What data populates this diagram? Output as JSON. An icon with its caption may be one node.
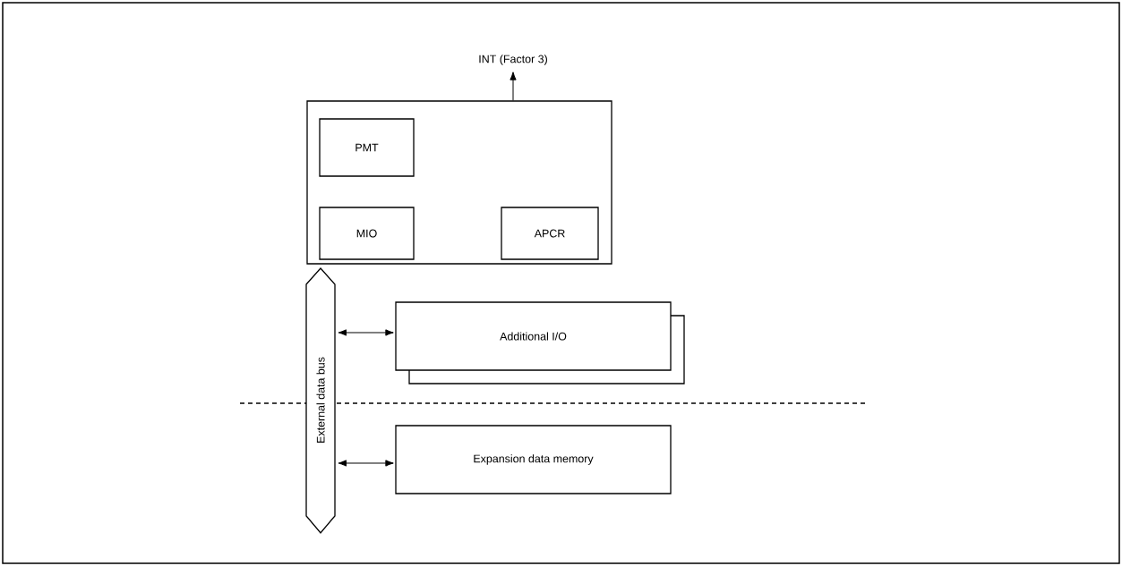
{
  "diagram": {
    "nodes": [
      {
        "text": [],
        "shape": "box"
      },
      {
        "text": [
          "PMT"
        ],
        "in": 0
      },
      {
        "text": [
          "MIO"
        ],
        "in": 0
      },
      {
        "text": [
          "APCR"
        ],
        "in": 0
      },
      {
        "text": [
          "External data bus"
        ]
      },
      {
        "text": [
          "Additional I/O"
        ]
      },
      {
        "text": [
          "Expansion data memory"
        ]
      },
      {
        "text": [
          "INT (Factor 3)"
        ]
      }
    ],
    "edges": [
      {
        "from": 0,
        "to": 7,
        "arrow": "to"
      },
      {
        "from": 4,
        "to": 5,
        "arrow": "both"
      },
      {
        "from": 4,
        "to": 6,
        "arrow": "both"
      }
    ]
  }
}
